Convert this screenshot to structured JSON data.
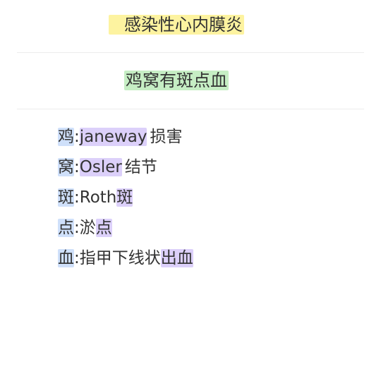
{
  "colors": {
    "title_highlight": "#fdf3a0",
    "subtitle_highlight": "#c6eec4",
    "key_highlight": "#cfe0fa",
    "term_highlight": "#dcd0fa",
    "text": "#333333"
  },
  "title": "感染性心内膜炎",
  "mnemonic": "鸡窝有斑点血",
  "items": [
    {
      "key": "鸡",
      "sep": ":",
      "term": "janeway",
      "suffix": "损害"
    },
    {
      "key": "窝",
      "sep": ":",
      "term": "Osler",
      "suffix": "结节"
    },
    {
      "key": "斑",
      "sep": ":",
      "prefix": "Roth",
      "term": "斑"
    },
    {
      "key": "点",
      "sep": ":",
      "prefix": "淤",
      "term": "点"
    },
    {
      "key": "血",
      "sep": ":",
      "prefix": "指甲下线状",
      "term": "出血"
    }
  ]
}
